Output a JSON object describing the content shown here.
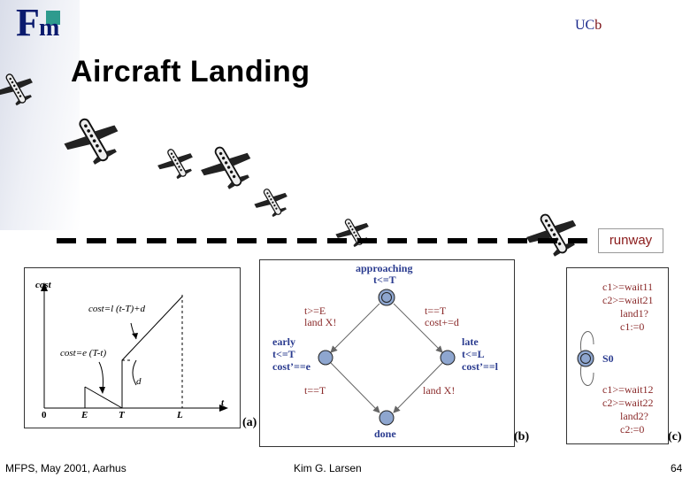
{
  "header": {
    "logo_f": "F",
    "logo_m": "m",
    "ucb_uc": "UC",
    "ucb_b": "b"
  },
  "title": "Aircraft Landing",
  "runway_label": "runway",
  "panel_a": {
    "y_axis": "cost",
    "x_axis": "t",
    "formula_late": "cost=l (t-T)+d",
    "formula_early": "cost=e (T-t)",
    "d_label": "d",
    "ticks": [
      "0",
      "E",
      "T",
      "L"
    ],
    "tag": "(a)"
  },
  "panel_b": {
    "approaching_name": "approaching",
    "approaching_inv": "t<=T",
    "early_name": "early",
    "early_inv": "t<=T",
    "early_rate": "cost’==e",
    "late_name": "late",
    "late_inv": "t<=L",
    "late_rate": "cost’==l",
    "done_name": "done",
    "edge_top_left_1": "t>=E",
    "edge_top_left_2": "land X!",
    "edge_top_right_1": "t==T",
    "edge_top_right_2": "cost+=d",
    "edge_bottom_left": "t==T",
    "edge_bottom_right": "land X!",
    "tag": "(b)"
  },
  "panel_c": {
    "top": [
      "c1>=wait11",
      "c2>=wait21",
      "land1?",
      "c1:=0"
    ],
    "state": "S0",
    "bottom": [
      "c1>=wait12",
      "c2>=wait22",
      "land2?",
      "c2:=0"
    ],
    "tag": "(c)"
  },
  "footer": {
    "left": "MFPS, May 2001, Aarhus",
    "center": "Kim G. Larsen",
    "right": "64"
  }
}
